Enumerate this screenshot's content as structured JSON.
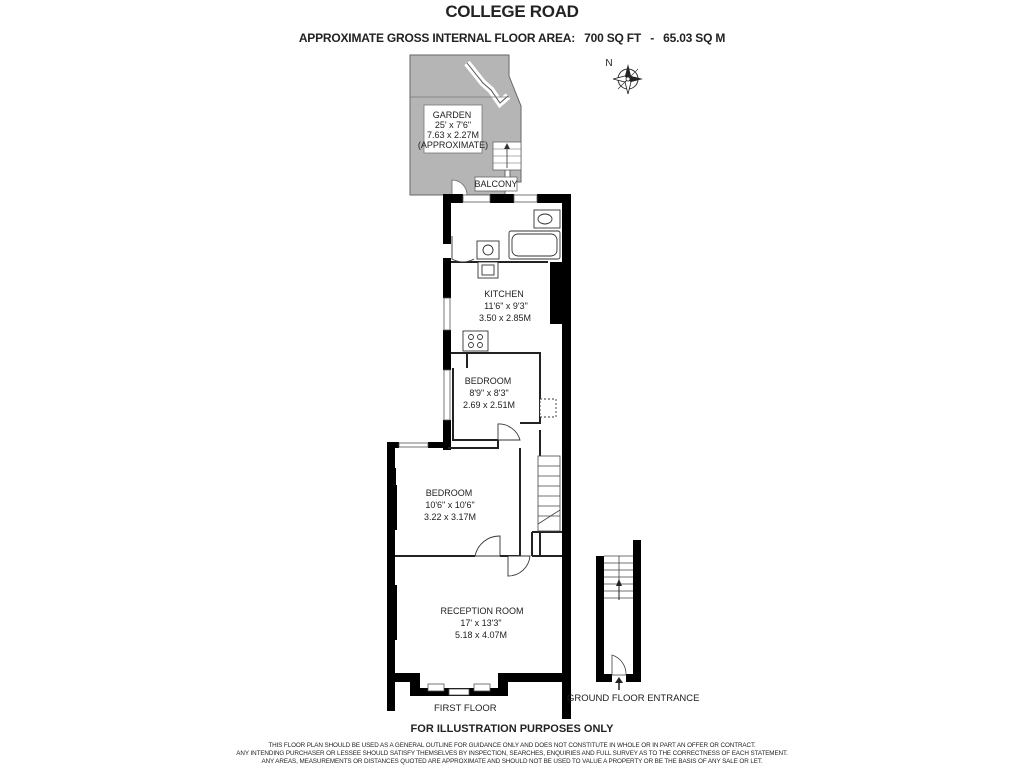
{
  "header": {
    "title": "COLLEGE ROAD",
    "area_label": "APPROXIMATE GROSS INTERNAL FLOOR AREA:",
    "area_sqft": "700 SQ FT",
    "area_sep": "-",
    "area_sqm": "65.03 SQ M"
  },
  "compass": {
    "label": "N"
  },
  "rooms": {
    "garden": {
      "name": "GARDEN",
      "imperial": "25' x 7'6\"",
      "metric": "7.63 x 2.27M",
      "note": "(APPROXIMATE)"
    },
    "balcony": {
      "name": "BALCONY"
    },
    "kitchen": {
      "name": "KITCHEN",
      "imperial": "11'6\" x 9'3\"",
      "metric": "3.50 x 2.85M"
    },
    "bedroom1": {
      "name": "BEDROOM",
      "imperial": "8'9\" x 8'3\"",
      "metric": "2.69 x 2.51M"
    },
    "bedroom2": {
      "name": "BEDROOM",
      "imperial": "10'6\" x 10'6\"",
      "metric": "3.22 x 3.17M"
    },
    "reception": {
      "name": "RECEPTION ROOM",
      "imperial": "17' x 13'3\"",
      "metric": "5.18 x 4.07M"
    }
  },
  "floors": {
    "first": "FIRST FLOOR",
    "ground": "GROUND FLOOR ENTRANCE"
  },
  "footer": {
    "illustration": "FOR ILLUSTRATION PURPOSES ONLY",
    "disclaimer_1": "THIS FLOOR PLAN SHOULD BE USED AS A GENERAL OUTLINE FOR GUIDANCE ONLY AND DOES NOT CONSTITUTE IN WHOLE OR IN PART AN OFFER OR CONTRACT.",
    "disclaimer_2": "ANY INTENDING PURCHASER OR LESSEE SHOULD SATISFY THEMSELVES BY INSPECTION, SEARCHES, ENQUIRIES AND FULL SURVEY AS TO THE CORRECTNESS OF EACH STATEMENT.",
    "disclaimer_3": "ANY AREAS, MEASUREMENTS OR DISTANCES QUOTED ARE APPROXIMATE AND SHOULD NOT BE USED TO VALUE A PROPERTY OR BE THE BASIS OF ANY SALE OR LET."
  },
  "colors": {
    "wall": "#000000",
    "garden_fill": "#b5b5b5",
    "line": "#555555"
  }
}
